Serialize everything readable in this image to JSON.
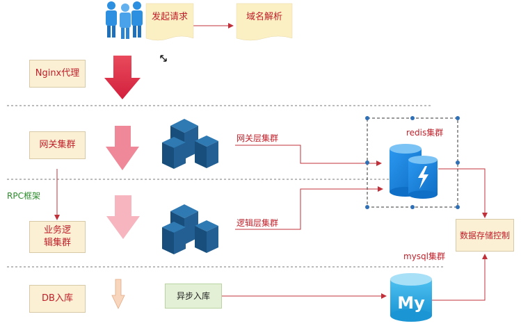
{
  "flow": {
    "request": "发起请求",
    "dns": "域名解析",
    "nginx": "Nginx代理",
    "gateway": "网关集群",
    "rpc": "RPC框架",
    "business_line1": "业务逻",
    "business_line2": "辑集群",
    "db": "DB入库",
    "gateway_layer": "网关层集群",
    "logic_layer": "逻辑层集群",
    "async_write": "异步入库",
    "redis": "redis集群",
    "mysql": "mysql集群",
    "data_control": "数据存储控制",
    "mysql_logo": "My"
  },
  "colors": {
    "accent_red": "#c0202a",
    "label_green": "#2a8a2a",
    "box_fill": "#fbefd4",
    "arrow_line": "#c0303a",
    "dash": "#777777",
    "server_blue": "#1f5f8f",
    "redis_blue": "#1686e3",
    "mysql_blue": "#2aa6e0"
  },
  "icons": [
    "users-icon",
    "building-icon",
    "redis-icon",
    "mysql-icon",
    "cursor-icon"
  ]
}
